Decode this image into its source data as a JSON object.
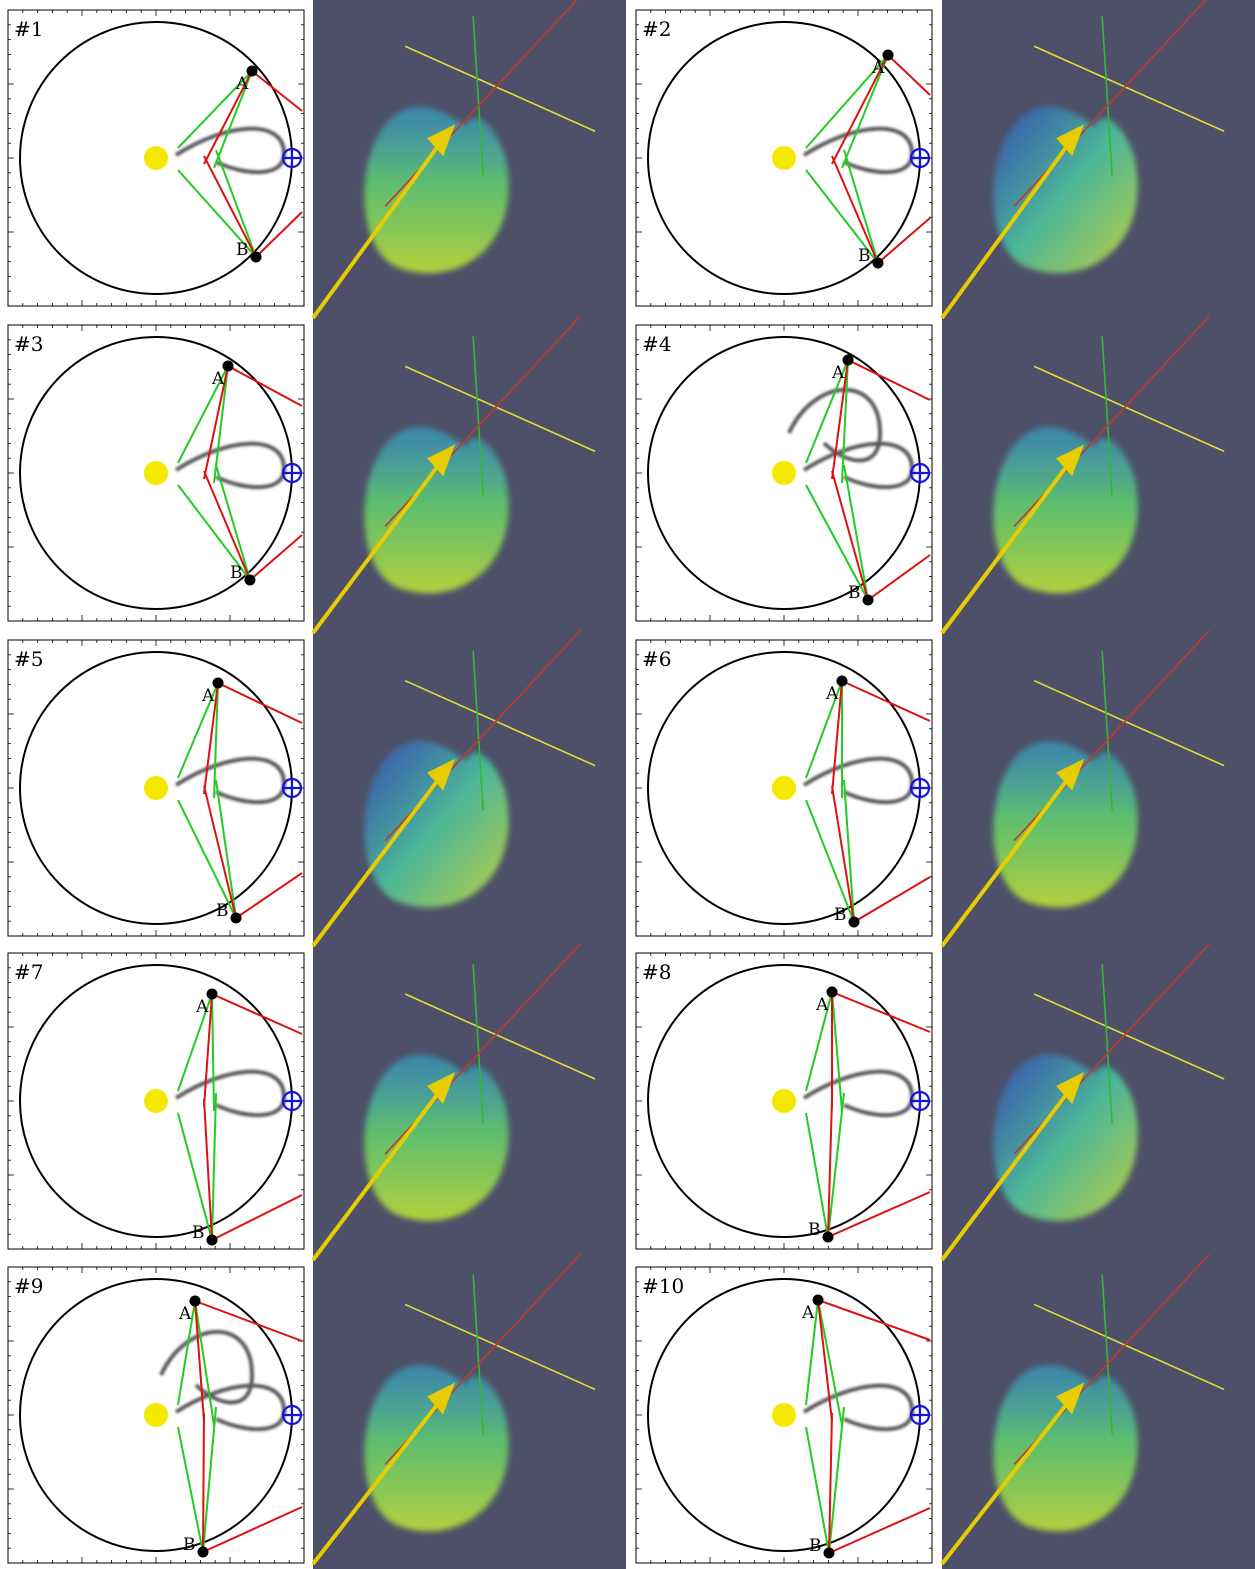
{
  "panels": [
    {
      "id": "#1",
      "point_a": "A",
      "point_b": "B",
      "earth_symbol": "⊕"
    },
    {
      "id": "#2",
      "point_a": "A",
      "point_b": "B",
      "earth_symbol": "⊕"
    },
    {
      "id": "#3",
      "point_a": "A",
      "point_b": "B",
      "earth_symbol": "⊕"
    },
    {
      "id": "#4",
      "point_a": "A",
      "point_b": "B",
      "earth_symbol": "⊕"
    },
    {
      "id": "#5",
      "point_a": "A",
      "point_b": "B",
      "earth_symbol": "⊕"
    },
    {
      "id": "#6",
      "point_a": "A",
      "point_b": "B",
      "earth_symbol": "⊕"
    },
    {
      "id": "#7",
      "point_a": "A",
      "point_b": "B",
      "earth_symbol": "⊕"
    },
    {
      "id": "#8",
      "point_a": "A",
      "point_b": "B",
      "earth_symbol": "⊕"
    },
    {
      "id": "#9",
      "point_a": "A",
      "point_b": "B",
      "earth_symbol": "⊕"
    },
    {
      "id": "#10",
      "point_a": "A",
      "point_b": "B",
      "earth_symbol": "⊕"
    }
  ],
  "colors": {
    "sun": "#f5e800",
    "earth": "#1515d8",
    "line_green": "#22cc22",
    "line_red": "#dd1111",
    "render_bg": "#4d5068",
    "axis_yellow": "#e6dc3a",
    "axis_green": "#33b833",
    "axis_red": "#c23a2a",
    "arrow_yellow": "#e6cc00",
    "cme_green": "#7fdc3a",
    "cme_cyan": "#2fb8d8",
    "cme_blue": "#2a4cd8"
  }
}
